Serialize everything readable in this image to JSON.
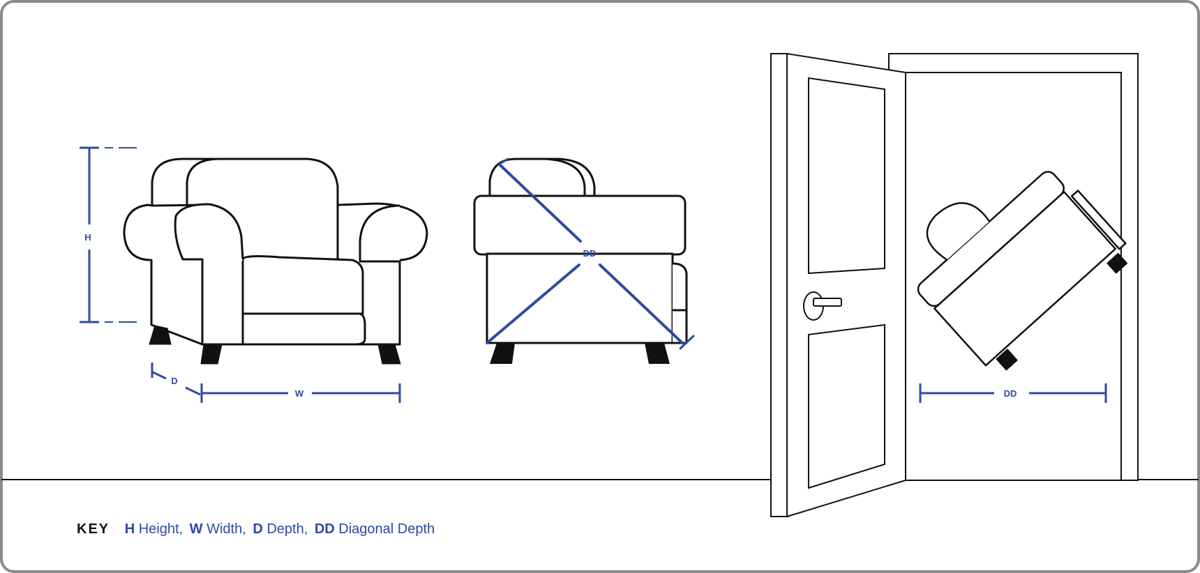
{
  "colors": {
    "accent": "#2e4aa0",
    "ink": "#111111",
    "frame": "#8a8a8a",
    "background": "#ffffff"
  },
  "labels": {
    "height": "H",
    "width": "W",
    "depth": "D",
    "diagonal_front": "DD",
    "diagonal_door": "DD"
  },
  "key": {
    "title": "KEY",
    "items": [
      {
        "abbr": "H",
        "text": "Height,"
      },
      {
        "abbr": "W",
        "text": "Width,"
      },
      {
        "abbr": "D",
        "text": "Depth,"
      },
      {
        "abbr": "DD",
        "text": "Diagonal Depth"
      }
    ]
  }
}
